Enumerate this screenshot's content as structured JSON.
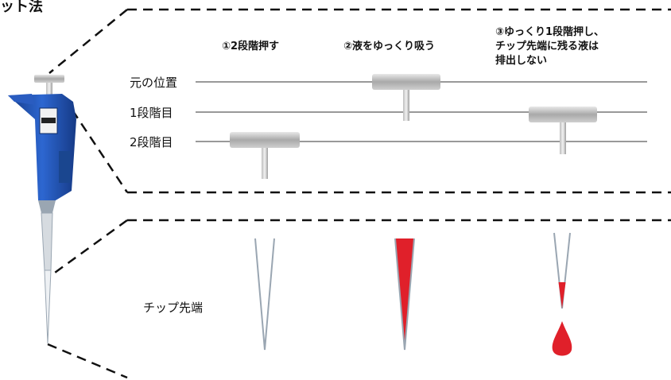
{
  "title_fragment": "ット法",
  "steps": [
    {
      "label": "①2段階押す"
    },
    {
      "label": "②液をゆっくり吸う"
    },
    {
      "label_lines": [
        "③ゆっくり1段階押し、",
        "チップ先端に残る液は",
        "排出しない"
      ]
    }
  ],
  "levels": [
    "元の位置",
    "1段階目",
    "2段階目"
  ],
  "tip_label": "チップ先端",
  "colors": {
    "pipette_blue": "#1f4fa8",
    "liquid_red": "#e0202a",
    "line": "#333333",
    "tip_gray": "#9aa6b2"
  }
}
